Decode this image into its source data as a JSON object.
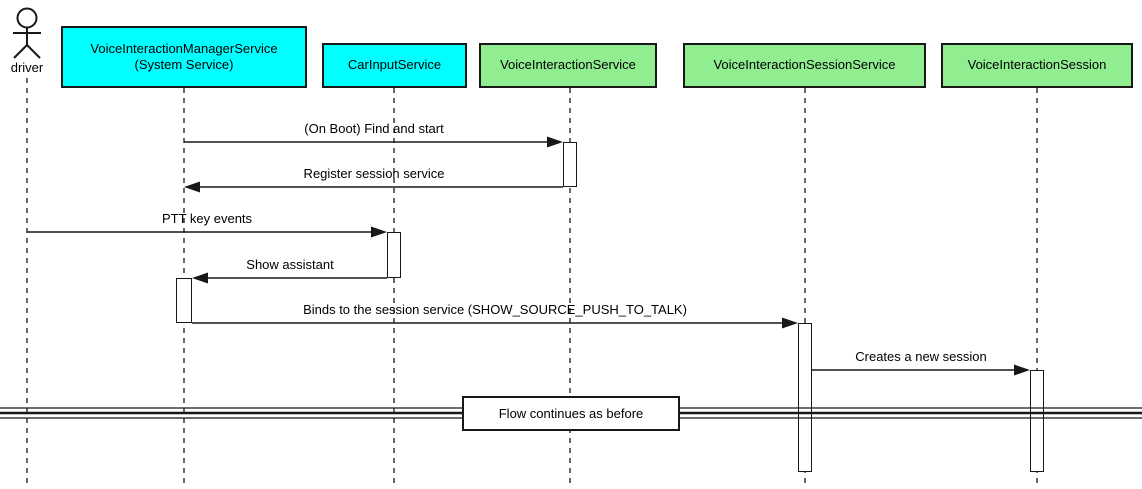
{
  "diagram_type": "uml-sequence-diagram",
  "colors": {
    "cyan_participant": "#00FFFF",
    "green_participant": "#90EE90",
    "line": "#181818",
    "background": "#FFFFFF"
  },
  "participants": [
    {
      "id": "driver",
      "kind": "actor",
      "label": "driver"
    },
    {
      "id": "voice-interaction-manager-service",
      "kind": "box",
      "line1": "VoiceInteractionManagerService",
      "line2": "(System Service)",
      "fill": "#00FFFF"
    },
    {
      "id": "car-input-service",
      "kind": "box",
      "label": "CarInputService",
      "fill": "#00FFFF"
    },
    {
      "id": "voice-interaction-service",
      "kind": "box",
      "label": "VoiceInteractionService",
      "fill": "#90EE90"
    },
    {
      "id": "voice-interaction-session-service",
      "kind": "box",
      "label": "VoiceInteractionSessionService",
      "fill": "#90EE90"
    },
    {
      "id": "voice-interaction-session",
      "kind": "box",
      "label": "VoiceInteractionSession",
      "fill": "#90EE90"
    }
  ],
  "messages": [
    {
      "from": "VoiceInteractionManagerService",
      "to": "VoiceInteractionService",
      "direction": "right",
      "label": "(On Boot) Find and start"
    },
    {
      "from": "VoiceInteractionService",
      "to": "VoiceInteractionManagerService",
      "direction": "left",
      "label": "Register session service"
    },
    {
      "from": "driver",
      "to": "CarInputService",
      "direction": "right",
      "label": "PTT key events"
    },
    {
      "from": "CarInputService",
      "to": "VoiceInteractionManagerService",
      "direction": "left",
      "label": "Show assistant"
    },
    {
      "from": "VoiceInteractionManagerService",
      "to": "VoiceInteractionSessionService",
      "direction": "right",
      "label": "Binds to the session service (SHOW_SOURCE_PUSH_TO_TALK)"
    },
    {
      "from": "VoiceInteractionSessionService",
      "to": "VoiceInteractionSession",
      "direction": "right",
      "label": "Creates a new session"
    }
  ],
  "divider": {
    "label": "Flow continues as before"
  }
}
